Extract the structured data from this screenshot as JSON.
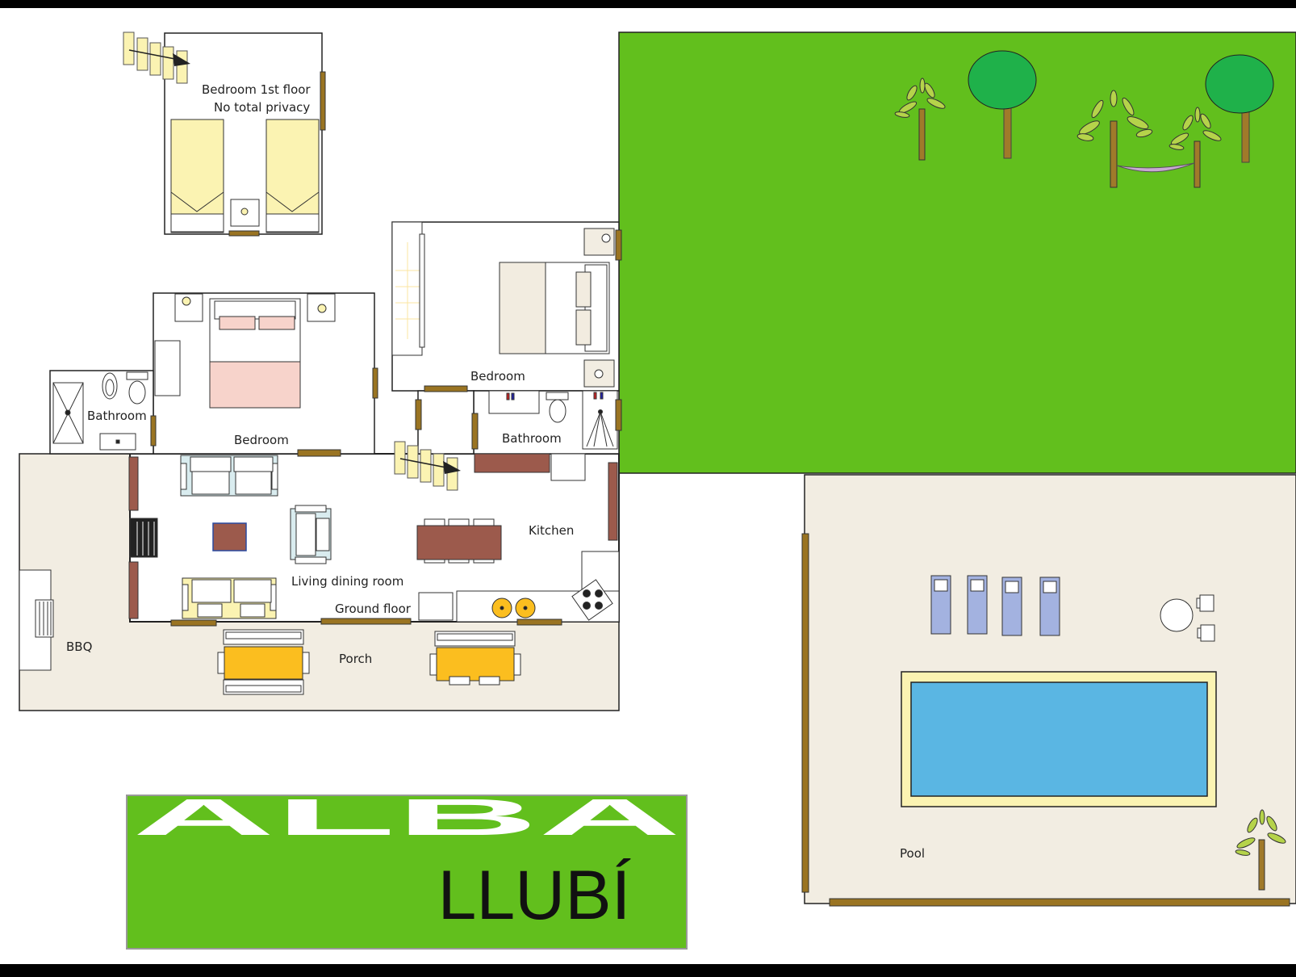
{
  "labels": {
    "bedroom_1st_floor": "Bedroom 1st floor",
    "no_total_privacy": "No total privacy",
    "bedroom_left": "Bedroom",
    "bedroom_right": "Bedroom",
    "bathroom_left": "Bathroom",
    "bathroom_right": "Bathroom",
    "kitchen": "Kitchen",
    "living_dining_room": "Living dining room",
    "ground_floor": "Ground floor",
    "porch": "Porch",
    "bbq": "BBQ",
    "pool": "Pool"
  },
  "logo": {
    "line1": "ALBA",
    "line2": "LLUBÍ"
  },
  "colors": {
    "garden_green": "#62bf1d",
    "terrace_beige": "#f2ede2",
    "pool_water": "#5ab6e3",
    "pool_border": "#fbf3b2",
    "bed_yellow": "#fbf3b2",
    "bed_pink": "#f7d3cb",
    "door_brown": "#9a7422",
    "furniture_brown": "#9c5a4c",
    "table_yellow": "#fbbe1f",
    "lounger_blue": "#a3b2e0",
    "tree_green": "#1fb14a",
    "trunk_brown": "#a07a2a"
  }
}
